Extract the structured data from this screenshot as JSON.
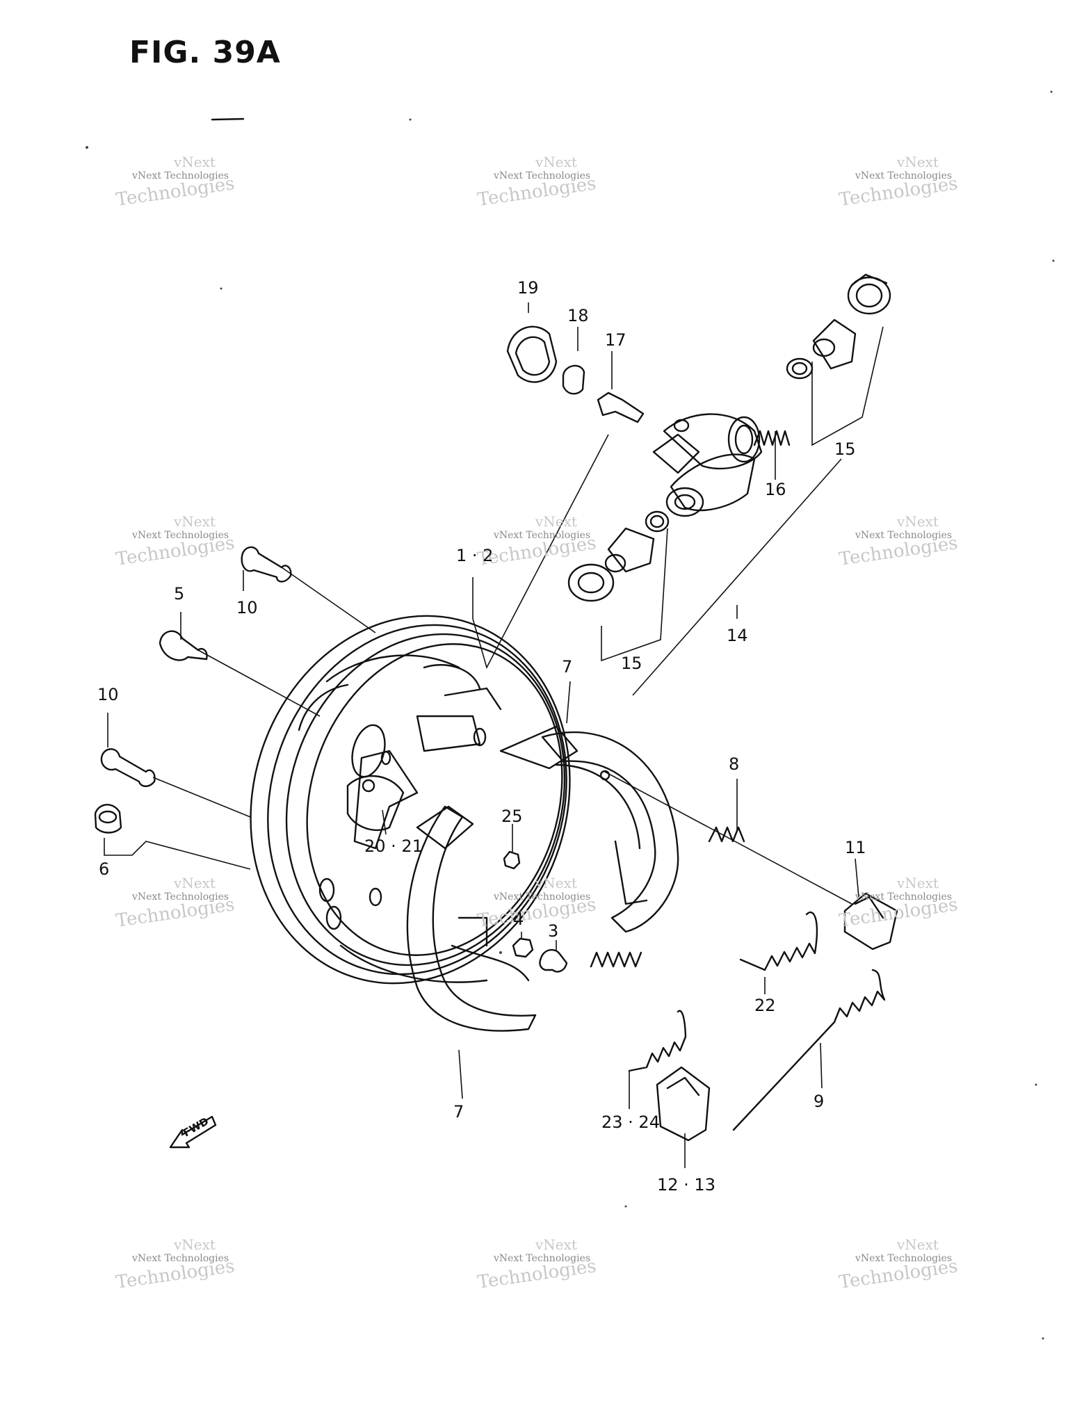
{
  "figure": {
    "title": "FIG. 39A",
    "fwd_label": "FWD"
  },
  "watermark": {
    "line1": "vNext",
    "line2": "vNext Technologies",
    "line3": "Technologies"
  },
  "callouts": {
    "c19": "19",
    "c18": "18",
    "c17": "17",
    "c16": "16",
    "c15a": "15",
    "c15b": "15",
    "c14": "14",
    "c12": "1 · 2",
    "c10a": "10",
    "c5": "5",
    "c10b": "10",
    "c6": "6",
    "c7a": "7",
    "c7b": "7",
    "c8": "8",
    "c2021": "20 · 21",
    "c25": "25",
    "c4": "4",
    "c3": "3",
    "c11": "11",
    "c22": "22",
    "c9": "9",
    "c2324": "23 · 24",
    "c1213": "12 · 13"
  }
}
